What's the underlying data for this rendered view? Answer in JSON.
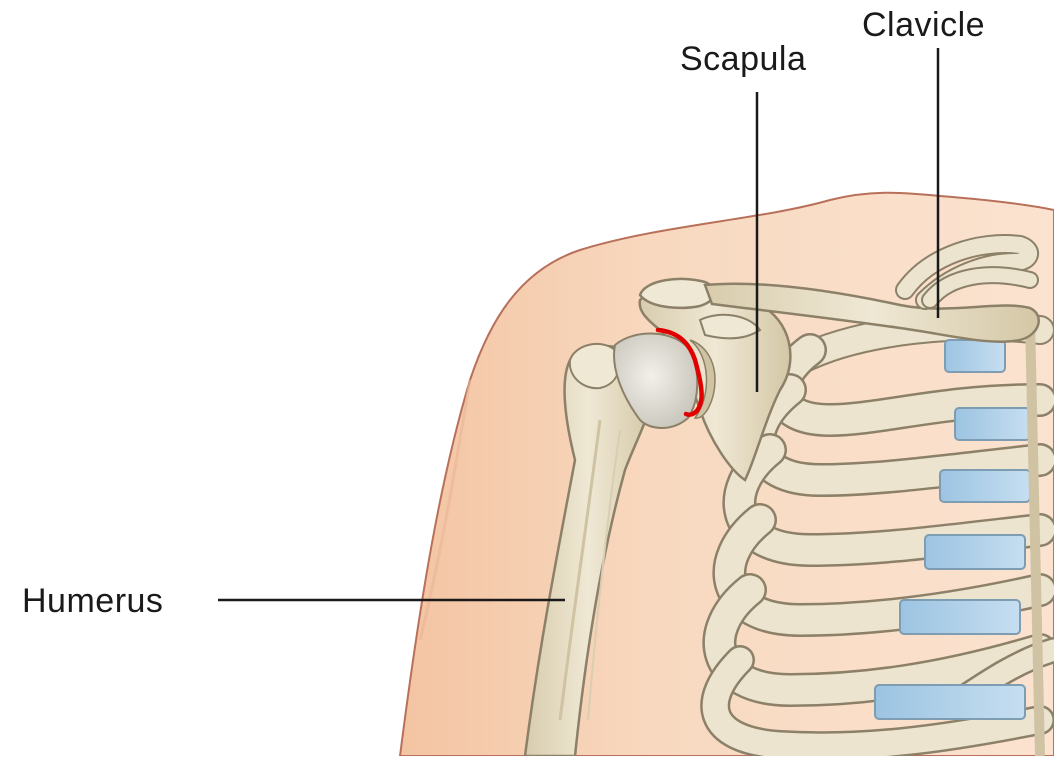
{
  "labels": {
    "clavicle": "Clavicle",
    "scapula": "Scapula",
    "humerus": "Humerus"
  },
  "colors": {
    "skin": "#f6d2b4",
    "skin_outline": "#b8705a",
    "bone": "#ece4cf",
    "bone_shadow": "#cfc3a3",
    "bone_outline": "#8c8068",
    "cartilage": "#a9cde6",
    "highlight": "#e00000",
    "leader_line": "#1a1a1a"
  }
}
